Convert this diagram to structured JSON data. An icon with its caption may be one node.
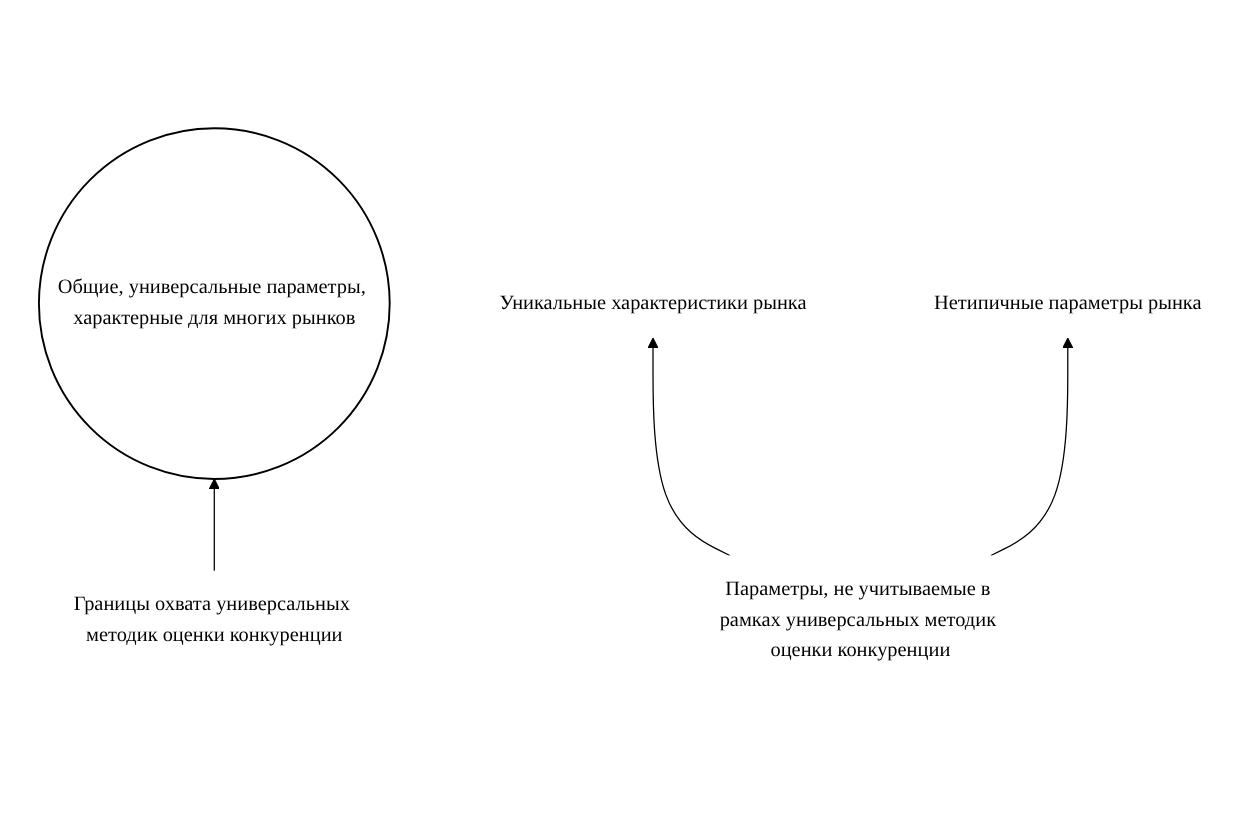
{
  "diagram": {
    "nodes": [
      {
        "text": [
          "Общие, универсальные параметры, характерные для многих рынков"
        ]
      },
      {
        "text": [
          "Границы охвата универсальных методик оценки конкуренции"
        ]
      },
      {
        "text": [
          "Уникальные характеристики рынка"
        ]
      },
      {
        "text": [
          "Нетипичные параметры рынка"
        ]
      },
      {
        "text": [
          "Параметры, не учитываемые в рамках универсальных методик оценки конкуренции"
        ]
      }
    ],
    "edges": [
      {
        "from": 1,
        "to": 0,
        "arrow": "to"
      },
      {
        "from": 4,
        "to": 2,
        "arrow": "to"
      },
      {
        "from": 4,
        "to": 3,
        "arrow": "to"
      }
    ]
  }
}
